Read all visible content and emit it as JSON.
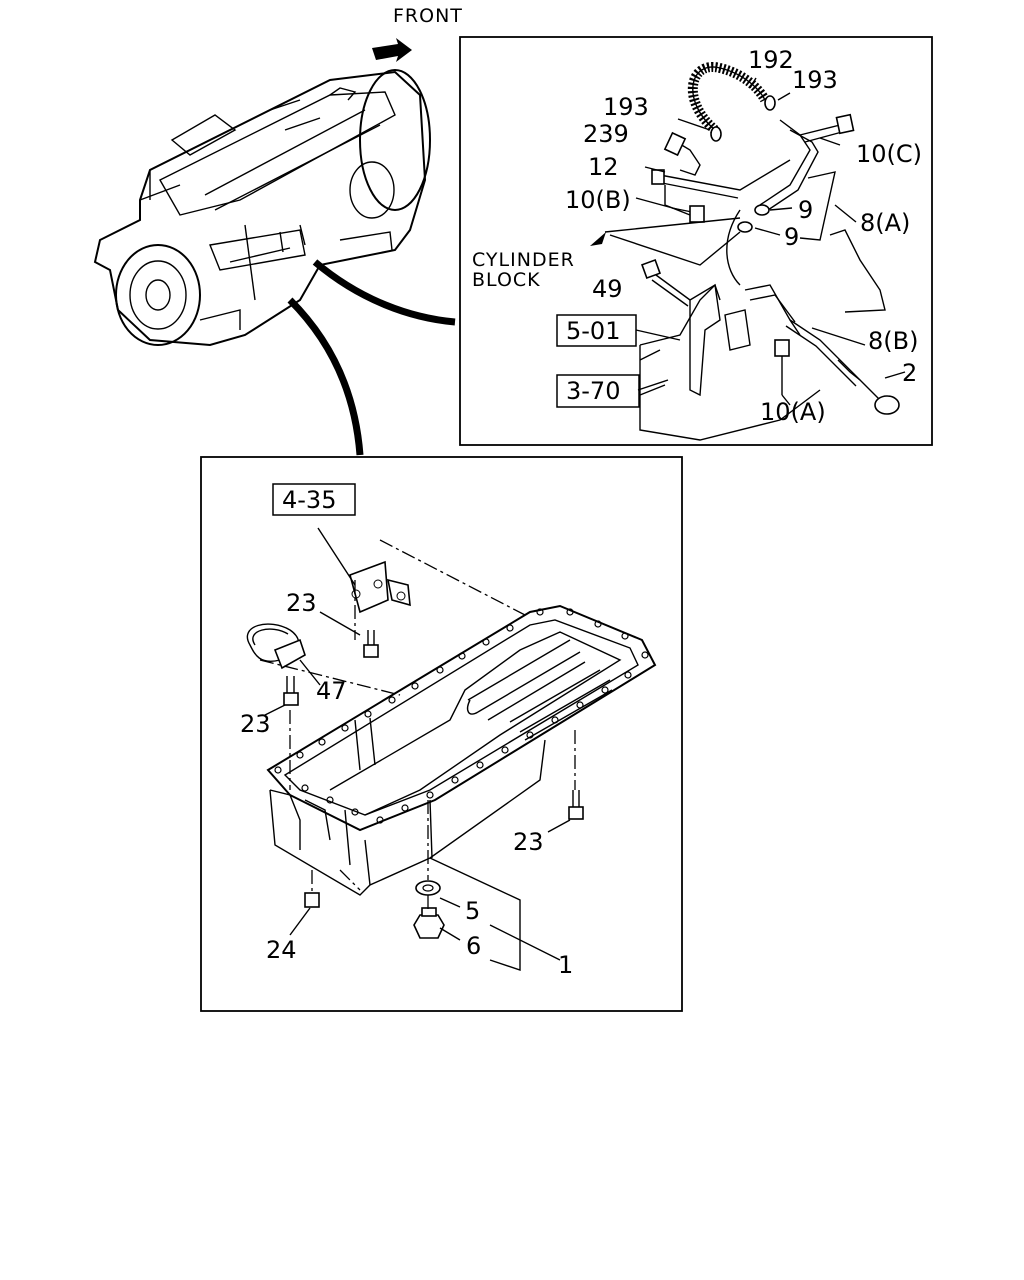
{
  "header": {
    "front_label": "FRONT"
  },
  "detail_upper": {
    "cylinder_block_line1": "CYLINDER",
    "cylinder_block_line2": "BLOCK",
    "callouts": {
      "c192": "192",
      "c193a": "193",
      "c193b": "193",
      "c239": "239",
      "c12": "12",
      "c10b": "10(B)",
      "c10c": "10(C)",
      "c9a": "9",
      "c9b": "9",
      "c8a": "8(A)",
      "c49": "49",
      "c8b": "8(B)",
      "c2": "2",
      "c10a": "10(A)"
    },
    "refs": {
      "r501": "5-01",
      "r370": "3-70"
    }
  },
  "detail_lower": {
    "refs": {
      "r435": "4-35"
    },
    "callouts": {
      "c23a": "23",
      "c47": "47",
      "c23b": "23",
      "c23c": "23",
      "c5": "5",
      "c6": "6",
      "c1": "1",
      "c24": "24"
    }
  }
}
